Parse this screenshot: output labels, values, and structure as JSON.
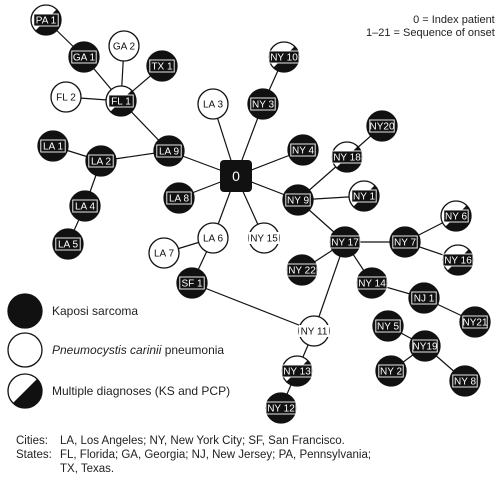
{
  "key": {
    "index_line": "0 = Index patient",
    "sequence_line": "1–21 = Sequence of onset"
  },
  "colors": {
    "ink": "#111111",
    "paper": "#ffffff"
  },
  "nodes": [
    {
      "id": "0",
      "label": "0",
      "dx": "KS",
      "shape": "square"
    },
    {
      "id": "PA1",
      "label": "PA 1",
      "dx": "MIX"
    },
    {
      "id": "GA1",
      "label": "GA 1",
      "dx": "KS"
    },
    {
      "id": "GA2",
      "label": "GA 2",
      "dx": "PCP"
    },
    {
      "id": "TX1",
      "label": "TX 1",
      "dx": "KS"
    },
    {
      "id": "FL2",
      "label": "FL 2",
      "dx": "PCP"
    },
    {
      "id": "FL1",
      "label": "FL 1",
      "dx": "MIX"
    },
    {
      "id": "LA9",
      "label": "LA 9",
      "dx": "KS"
    },
    {
      "id": "NY3a",
      "label": "NY 3",
      "dx": "KS"
    },
    {
      "id": "NY10",
      "label": "NY 10",
      "dx": "MIX"
    },
    {
      "id": "LA1",
      "label": "LA 1",
      "dx": "KS"
    },
    {
      "id": "LA2",
      "label": "LA 2",
      "dx": "KS"
    },
    {
      "id": "LA3",
      "label": "LA 3",
      "dx": "PCP"
    },
    {
      "id": "LA4",
      "label": "LA 4",
      "dx": "KS"
    },
    {
      "id": "LA5",
      "label": "LA 5",
      "dx": "KS"
    },
    {
      "id": "LA8",
      "label": "LA 8",
      "dx": "KS"
    },
    {
      "id": "NY4",
      "label": "NY 4",
      "dx": "KS"
    },
    {
      "id": "NY20",
      "label": "NY20",
      "dx": "KS"
    },
    {
      "id": "NY18",
      "label": "NY 18",
      "dx": "MIX"
    },
    {
      "id": "NY9",
      "label": "NY 9",
      "dx": "KS"
    },
    {
      "id": "NY1",
      "label": "NY 1",
      "dx": "MIX"
    },
    {
      "id": "LA6",
      "label": "LA 6",
      "dx": "PCP"
    },
    {
      "id": "LA7",
      "label": "LA 7",
      "dx": "PCP"
    },
    {
      "id": "NY15",
      "label": "NY 15",
      "dx": "PCP"
    },
    {
      "id": "NY17",
      "label": "NY 17",
      "dx": "KS"
    },
    {
      "id": "NY7",
      "label": "NY 7",
      "dx": "KS"
    },
    {
      "id": "NY6",
      "label": "NY 6",
      "dx": "MIX"
    },
    {
      "id": "NY16",
      "label": "NY 16",
      "dx": "MIX"
    },
    {
      "id": "NY22",
      "label": "NY 22",
      "dx": "KS"
    },
    {
      "id": "SF1",
      "label": "SF 1",
      "dx": "KS"
    },
    {
      "id": "NY14",
      "label": "NY 14",
      "dx": "KS"
    },
    {
      "id": "NJ1",
      "label": "NJ 1",
      "dx": "KS"
    },
    {
      "id": "NY21",
      "label": "NY21",
      "dx": "KS"
    },
    {
      "id": "NY11",
      "label": "NY 11",
      "dx": "PCP"
    },
    {
      "id": "NY5",
      "label": "NY 5",
      "dx": "KS"
    },
    {
      "id": "NY19",
      "label": "NY19",
      "dx": "KS"
    },
    {
      "id": "NY2",
      "label": "NY 2",
      "dx": "KS"
    },
    {
      "id": "NY8",
      "label": "NY 8",
      "dx": "KS"
    },
    {
      "id": "NY13",
      "label": "NY 13",
      "dx": "MIX"
    },
    {
      "id": "NY12",
      "label": "NY 12",
      "dx": "KS"
    }
  ],
  "edges": [
    [
      "PA1",
      "GA1"
    ],
    [
      "GA1",
      "FL1"
    ],
    [
      "GA2",
      "FL1"
    ],
    [
      "TX1",
      "FL1"
    ],
    [
      "FL2",
      "FL1"
    ],
    [
      "FL1",
      "LA9"
    ],
    [
      "LA9",
      "0"
    ],
    [
      "LA9",
      "LA2"
    ],
    [
      "LA1",
      "LA2"
    ],
    [
      "LA2",
      "LA4"
    ],
    [
      "LA4",
      "LA5"
    ],
    [
      "NY10",
      "NY3a"
    ],
    [
      "NY3a",
      "0"
    ],
    [
      "LA3",
      "0"
    ],
    [
      "NY4",
      "0"
    ],
    [
      "LA8",
      "0"
    ],
    [
      "NY9",
      "0"
    ],
    [
      "LA6",
      "0"
    ],
    [
      "NY15",
      "0"
    ],
    [
      "LA6",
      "LA7"
    ],
    [
      "LA6",
      "SF1"
    ],
    [
      "SF1",
      "NY11"
    ],
    [
      "NY20",
      "NY18"
    ],
    [
      "NY18",
      "NY9"
    ],
    [
      "NY1",
      "NY9"
    ],
    [
      "NY9",
      "NY17"
    ],
    [
      "NY17",
      "NY22"
    ],
    [
      "NY17",
      "NY14"
    ],
    [
      "NY17",
      "NY7"
    ],
    [
      "NY7",
      "NY6"
    ],
    [
      "NY7",
      "NY16"
    ],
    [
      "NY17",
      "NY11"
    ],
    [
      "NY14",
      "NJ1"
    ],
    [
      "NJ1",
      "NY21"
    ],
    [
      "NY11",
      "NY13"
    ],
    [
      "NY13",
      "NY12"
    ],
    [
      "NY5",
      "NY19"
    ],
    [
      "NY19",
      "NY2"
    ],
    [
      "NY19",
      "NY8"
    ]
  ],
  "legend": {
    "ks": "Kaposi sarcoma",
    "pcp_italic": "Pneumocystis carinii",
    "pcp_rest": " pneumonia",
    "mix": "Multiple diagnoses (KS and PCP)"
  },
  "footer": {
    "cities_head": "Cities:",
    "cities_body": "LA, Los Angeles; NY, New York City; SF, San Francisco.",
    "states_head": "States:",
    "states_body_1": "FL, Florida; GA, Georgia; NJ, New Jersey; PA, Pennsylvania;",
    "states_body_2": "TX, Texas."
  }
}
